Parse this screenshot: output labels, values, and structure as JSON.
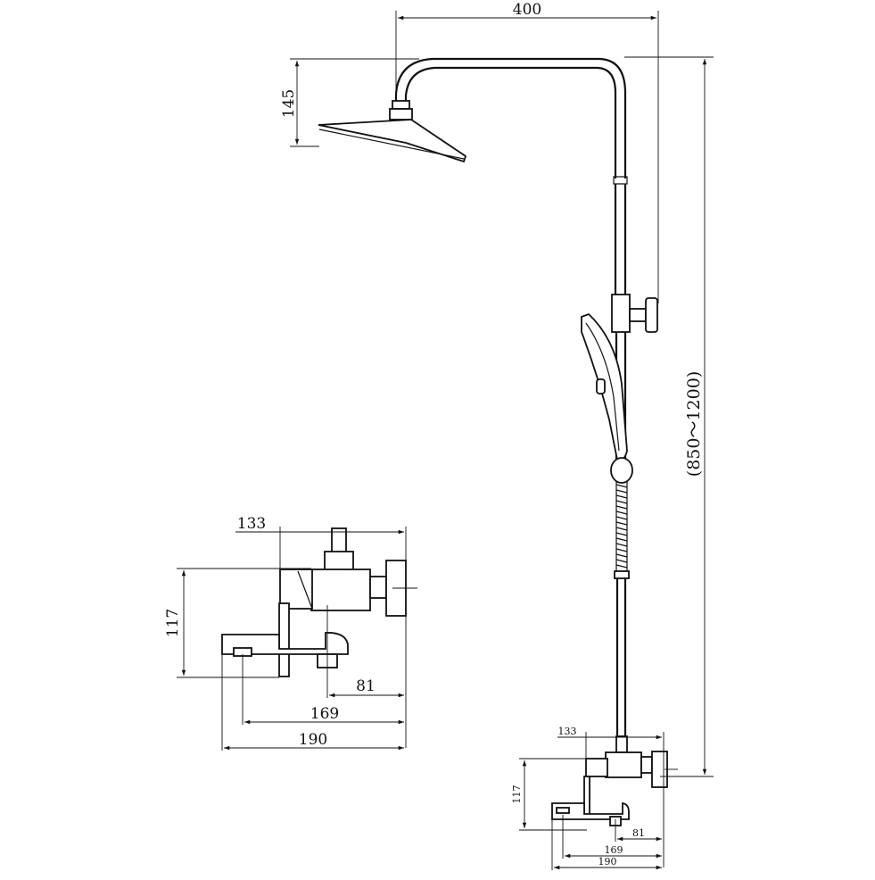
{
  "dimensions": {
    "arm_length": "400",
    "head_height": "145",
    "column_height": "(850～1200)",
    "mixer_large": {
      "top_width": "133",
      "height": "117",
      "spout_offset": "81",
      "outlet_span": "169",
      "total_width": "190"
    },
    "mixer_small": {
      "top_width": "133",
      "height": "117",
      "spout_offset": "81",
      "outlet_span": "169",
      "total_width": "190"
    }
  },
  "colors": {
    "line": "#111111",
    "background": "#ffffff"
  }
}
